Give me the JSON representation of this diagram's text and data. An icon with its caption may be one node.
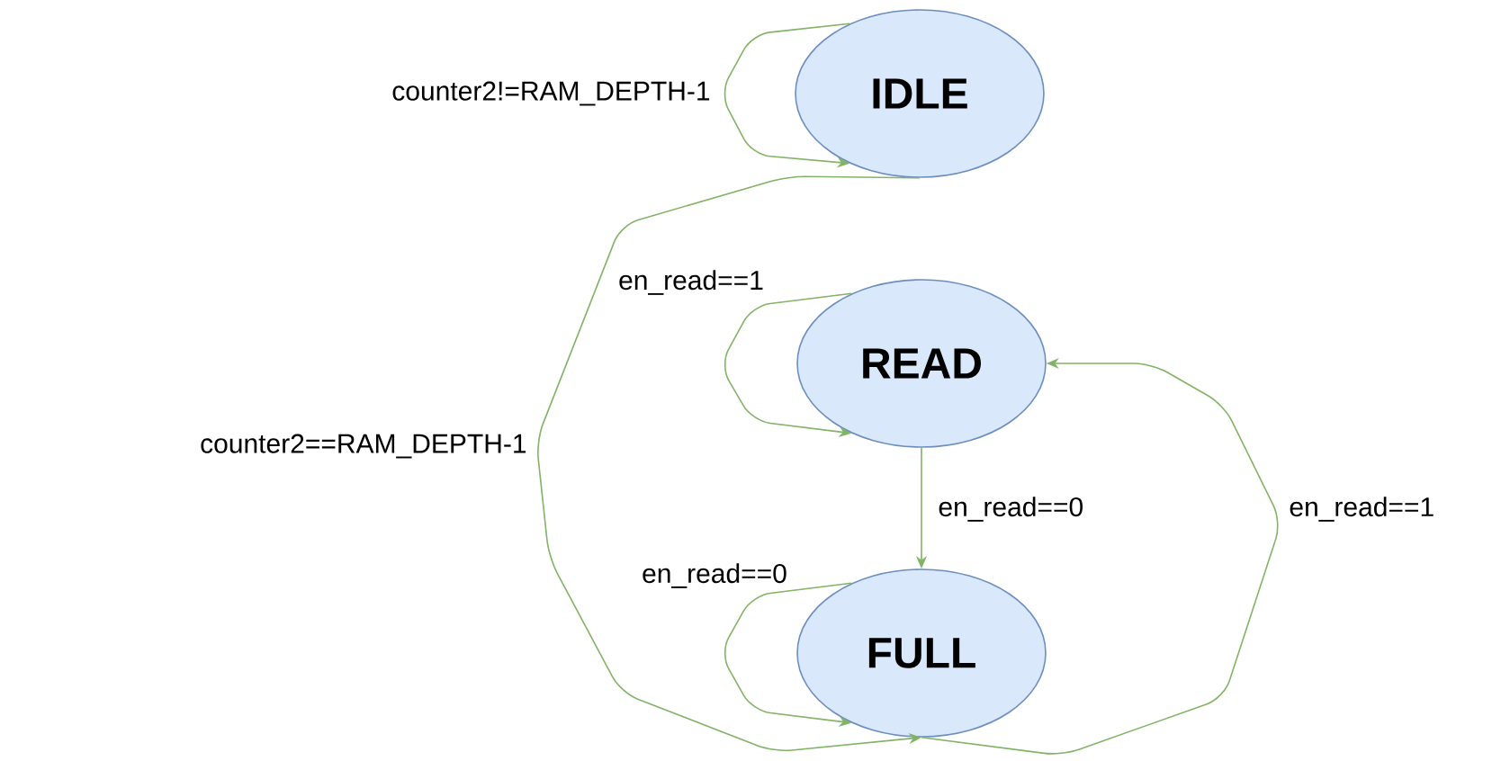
{
  "diagram": {
    "nodes": [
      {
        "text": [
          "IDLE"
        ]
      },
      {
        "text": [
          "READ"
        ]
      },
      {
        "text": [
          "FULL"
        ]
      }
    ],
    "edges": [
      {
        "from": 0,
        "to": 0,
        "arrow": "to",
        "label": "counter2!=RAM_DEPTH-1"
      },
      {
        "from": 0,
        "to": 2,
        "arrow": "to",
        "label": "counter2==RAM_DEPTH-1"
      },
      {
        "from": 1,
        "to": 1,
        "arrow": "to",
        "label": "en_read==1"
      },
      {
        "from": 1,
        "to": 2,
        "arrow": "to",
        "label": "en_read==0"
      },
      {
        "from": 2,
        "to": 2,
        "arrow": "to",
        "label": "en_read==0"
      },
      {
        "from": 2,
        "to": 1,
        "arrow": "to",
        "label": "en_read==1"
      }
    ]
  }
}
